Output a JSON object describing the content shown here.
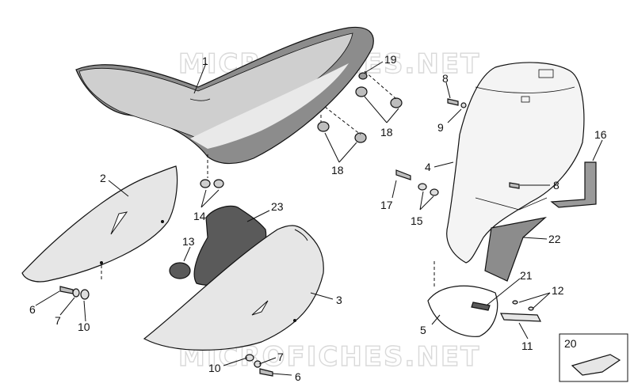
{
  "watermark": {
    "top": "MICROFICHES.NET",
    "bottom": "MICROFICHES.NET"
  },
  "callouts": {
    "c1": "1",
    "c2": "2",
    "c3": "3",
    "c4": "4",
    "c5": "5",
    "c6a": "6",
    "c6b": "6",
    "c7a": "7",
    "c7b": "7",
    "c8a": "8",
    "c8b": "8",
    "c9": "9",
    "c10a": "10",
    "c10b": "10",
    "c11": "11",
    "c12": "12",
    "c13": "13",
    "c14": "14",
    "c15": "15",
    "c16": "16",
    "c17": "17",
    "c18a": "18",
    "c18b": "18",
    "c19": "19",
    "c20": "20",
    "c21": "21",
    "c22": "22",
    "c23": "23"
  },
  "colors": {
    "seat_dark": "#8c8c8c",
    "seat_light": "#c9c9c9",
    "panel_fill": "#e6e6e6",
    "gasket_fill": "#5a5a5a",
    "fender_fill": "#f4f4f4",
    "strip_fill": "#9a9a9a"
  }
}
